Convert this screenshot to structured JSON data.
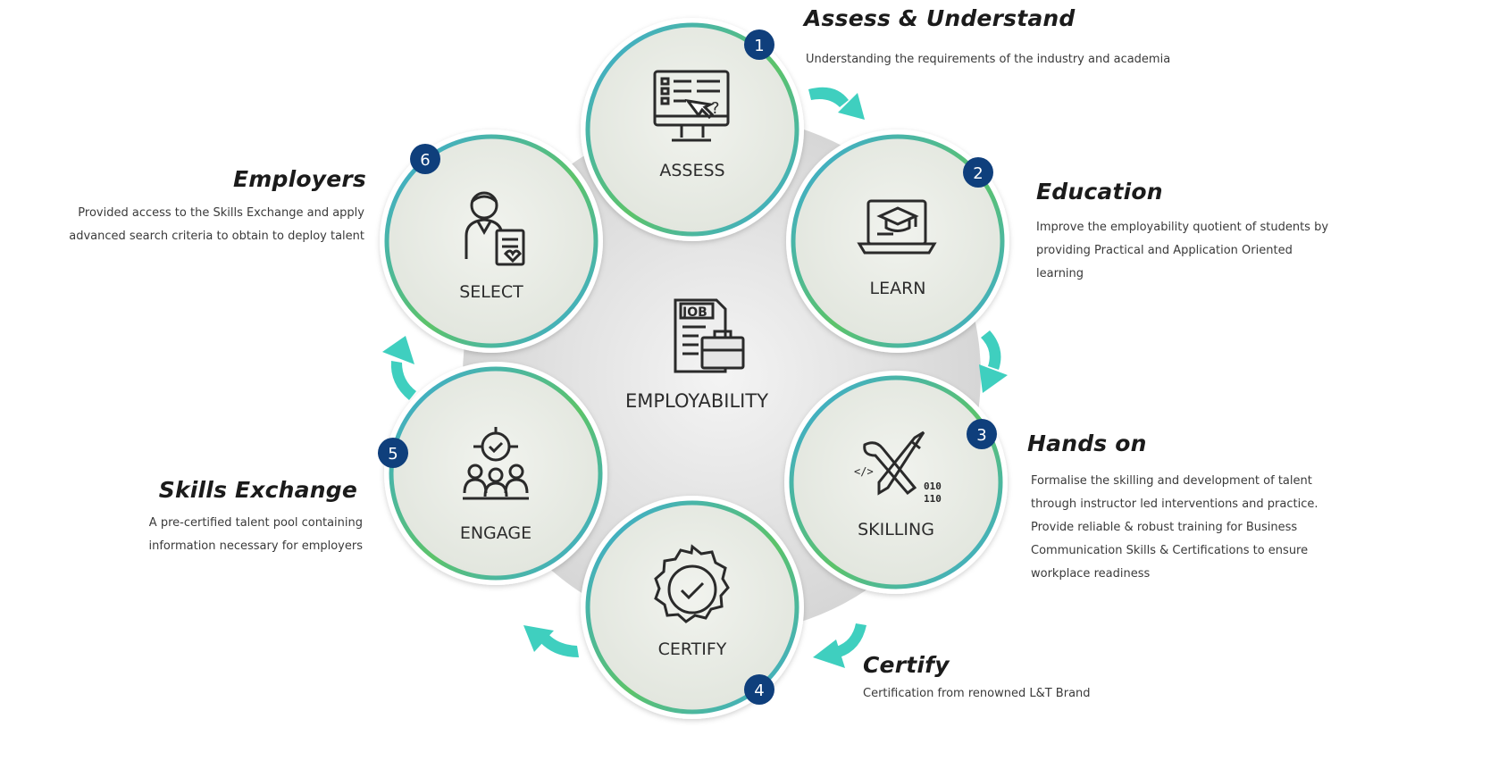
{
  "center": {
    "label": "EMPLOYABILITY",
    "icon": "job-briefcase-icon"
  },
  "steps": [
    {
      "number": "1",
      "label": "ASSESS",
      "icon": "computer-quiz-icon",
      "title": "Assess & Understand",
      "description": [
        "Understanding the requirements of the industry and academia"
      ]
    },
    {
      "number": "2",
      "label": "LEARN",
      "icon": "laptop-graduation-cap-icon",
      "title": "Education",
      "description": [
        "Improve the employability quotient of students by",
        "providing Practical and Application Oriented",
        "learning"
      ]
    },
    {
      "number": "3",
      "label": "SKILLING",
      "icon": "pencil-wrench-code-icon",
      "title": "Hands on",
      "description": [
        "Formalise the skilling and development of talent",
        "through instructor led interventions and practice.",
        "Provide reliable & robust  training for Business",
        "Communication Skills & Certifications to ensure",
        "workplace readiness"
      ]
    },
    {
      "number": "4",
      "label": "CERTIFY",
      "icon": "certificate-seal-icon",
      "title": "Certify",
      "description": [
        "Certification from renowned L&T Brand"
      ]
    },
    {
      "number": "5",
      "label": "ENGAGE",
      "icon": "people-network-icon",
      "title": "Skills Exchange",
      "description": [
        "A pre-certified talent pool containing",
        "information necessary for employers"
      ]
    },
    {
      "number": "6",
      "label": "SELECT",
      "icon": "employer-document-icon",
      "title": "Employers",
      "description": [
        "Provided access to the Skills Exchange and apply",
        "advanced search criteria to obtain to deploy talent"
      ]
    }
  ],
  "colors": {
    "accent_arrow": "#3fcfbf",
    "badge": "#0f3f7c",
    "ring_green": "#5bc26e",
    "ring_blue": "#38a8d8",
    "circle_fill": "#e9ece6",
    "hub_fill": "#dcdcdc"
  }
}
